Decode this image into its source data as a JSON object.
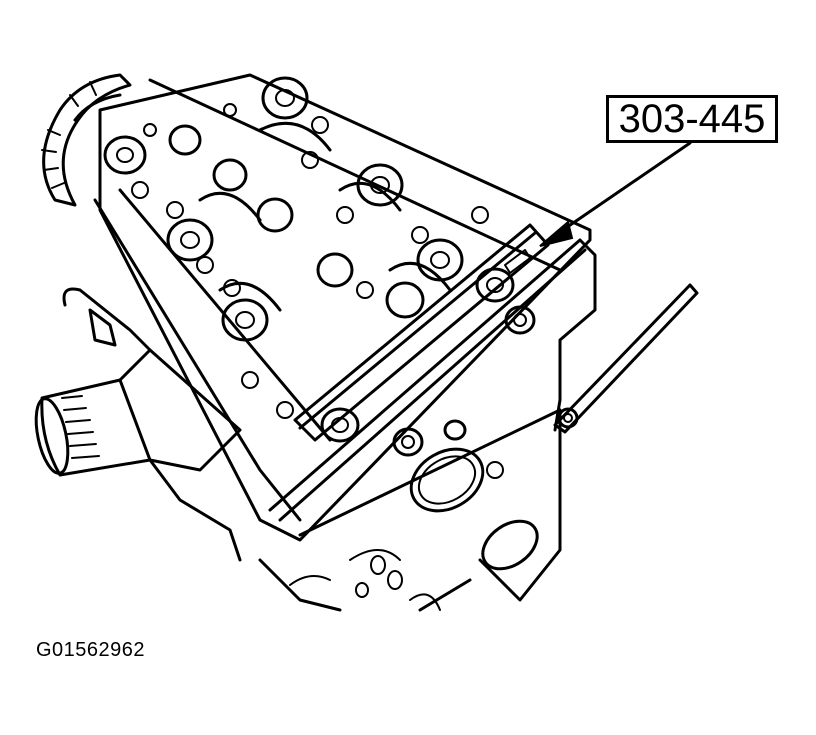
{
  "figure": {
    "subject": "Engine cylinder head with camshaft alignment tool installed",
    "callouts": [
      {
        "id": "tool-callout",
        "label": "303-445"
      }
    ],
    "figure_id": "G01562962"
  },
  "colors": {
    "line": "#000000",
    "background": "#ffffff"
  }
}
